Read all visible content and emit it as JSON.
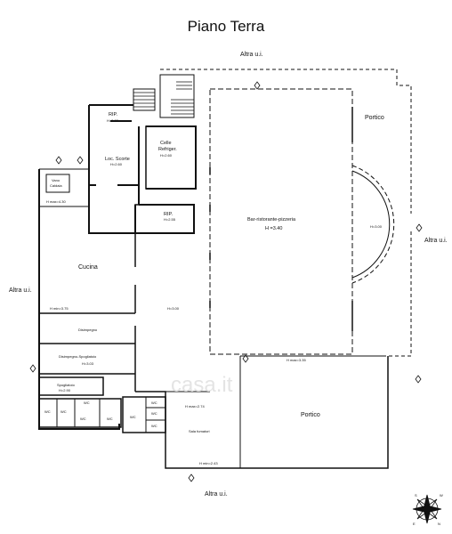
{
  "title": "Piano Terra",
  "labels": {
    "altra_top": "Altra u.i.",
    "altra_left": "Altra u.i.",
    "altra_right": "Altra u.i.",
    "altra_bottom": "Altra u.i.",
    "portico_top": "Portico",
    "portico_bottom": "Portico",
    "rip1": "RIP.",
    "rip1_h": "H=3.32",
    "loc_scorte": "Loc. Scorte",
    "loc_scorte_h": "H=2.60",
    "celle": "Celle",
    "refriger": "Refriger.",
    "celle_h": "H=2.60",
    "vano_caldaia_1": "Vano",
    "vano_caldaia_2": "Caldaia",
    "hmax_left": "H max=4.30",
    "rip2": "RIP.",
    "rip2_h": "H=2.55",
    "bar": "Bar-ristorante-pizzeria",
    "bar_h": "H =3.40",
    "h300_right": "H=3.00",
    "cucina": "Cucina",
    "hmin_375": "H min=3.75",
    "h300_mid": "H=3.00",
    "disimpegno": "Disimpegno",
    "dis_spogliatoio": "Disimpegno-Spogliatoio",
    "dis_spogliatoio_h": "H=3.03",
    "hmax_335": "H max=3.35",
    "spogliatoio": "Spogliatoio",
    "spogliatoio_h": "H=2.90",
    "wc": "WC",
    "hmax_274": "H max=2.74",
    "sala_fumatori": "Sala fumatori",
    "hmin_243": "H min=2.43",
    "compass_s": "S",
    "compass_w": "W",
    "compass_e": "E",
    "compass_n": "N",
    "watermark": "casa.it"
  }
}
